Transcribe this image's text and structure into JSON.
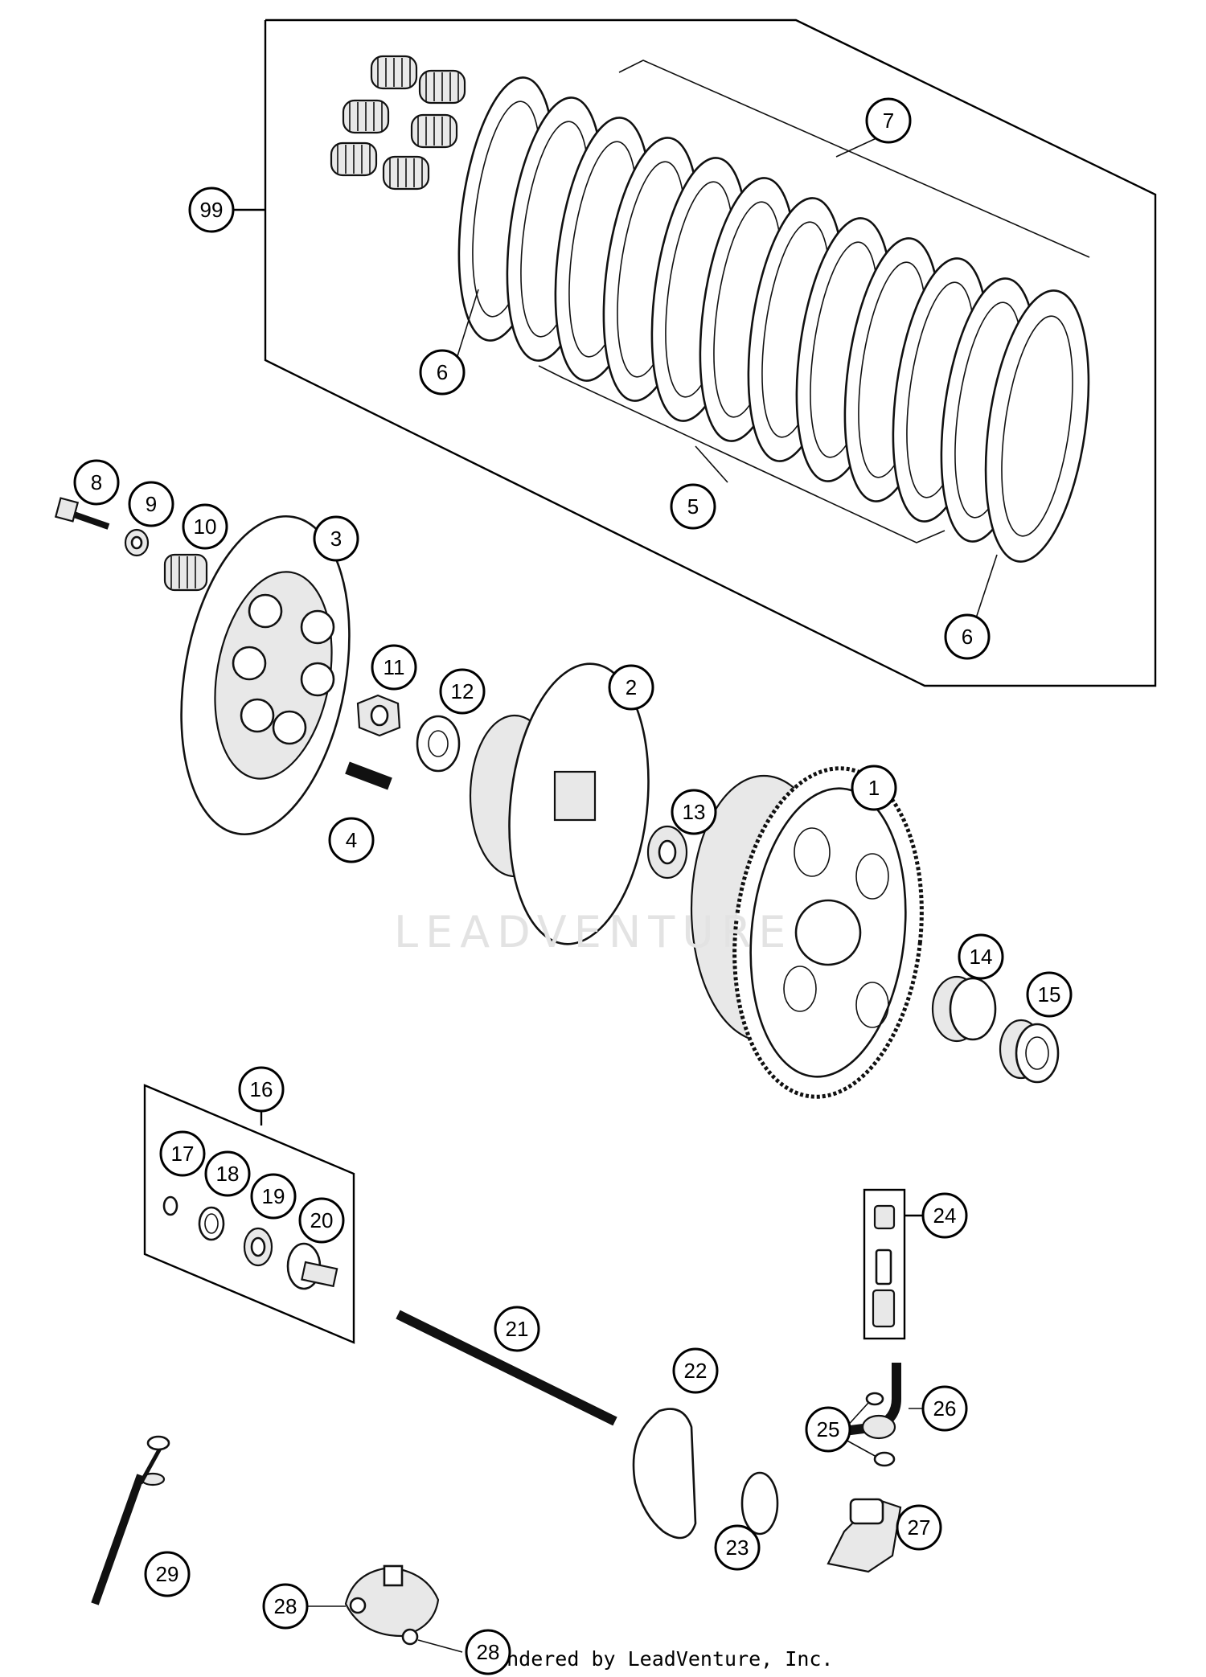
{
  "watermark": "LEADVENTURE",
  "footer": "Rendered by LeadVenture, Inc.",
  "callouts": [
    "99",
    "7",
    "6",
    "5",
    "6",
    "8",
    "9",
    "10",
    "3",
    "11",
    "12",
    "2",
    "1",
    "13",
    "4",
    "14",
    "15",
    "16",
    "17",
    "18",
    "19",
    "20",
    "24",
    "21",
    "22",
    "26",
    "25",
    "27",
    "23",
    "29",
    "28",
    "28"
  ]
}
